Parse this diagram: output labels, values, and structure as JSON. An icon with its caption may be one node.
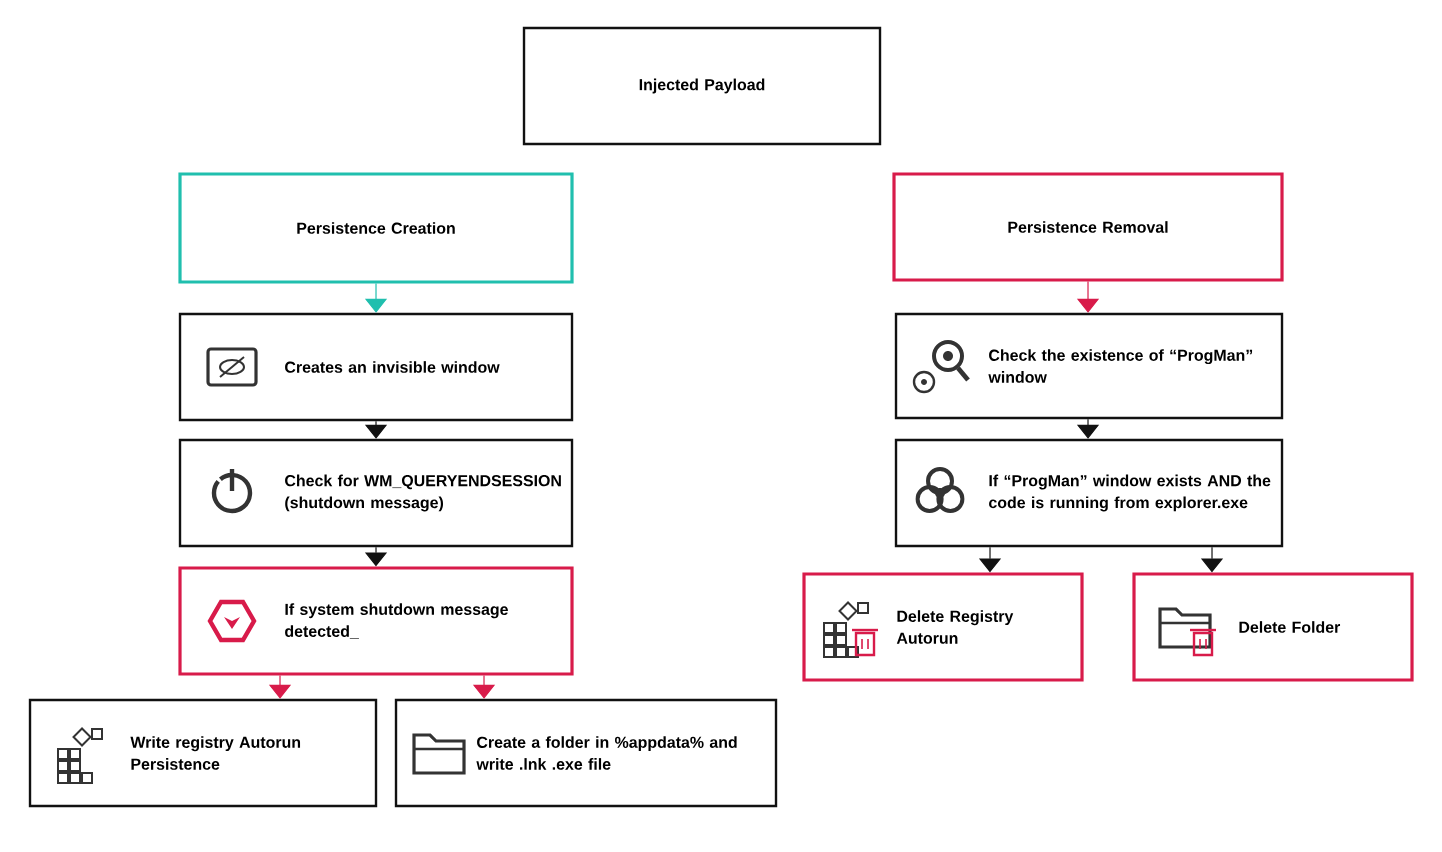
{
  "diagram": {
    "nodes": [
      {
        "text": [
          "Injected Payload"
        ]
      },
      {
        "text": [
          "Persistence Creation"
        ]
      },
      {
        "text": [
          "Creates an invisible window"
        ]
      },
      {
        "text": [
          "Check for WM_QUERYENDSESSION (shutdown message)"
        ]
      },
      {
        "text": [
          "If system shutdown message detected_"
        ]
      },
      {
        "text": [
          "Write registry Autorun Persistence"
        ]
      },
      {
        "text": [
          "Create a folder in %appdata% and write .lnk .exe file"
        ]
      },
      {
        "text": [
          "Persistence Removal"
        ]
      },
      {
        "text": [
          "Check the existence of “ProgMan” window"
        ]
      },
      {
        "text": [
          "If “ProgMan” window exists AND the code is running from explorer.exe"
        ]
      },
      {
        "text": [
          "Delete Registry Autorun"
        ]
      },
      {
        "text": [
          "Delete Folder"
        ]
      }
    ],
    "edges": [
      {
        "from": 1,
        "to": 2,
        "arrow": "to",
        "color": "#20bfae"
      },
      {
        "from": 2,
        "to": 3,
        "arrow": "to"
      },
      {
        "from": 3,
        "to": 4,
        "arrow": "to"
      },
      {
        "from": 4,
        "to": 5,
        "arrow": "to",
        "color": "#d81b4a"
      },
      {
        "from": 4,
        "to": 6,
        "arrow": "to",
        "color": "#d81b4a"
      },
      {
        "from": 7,
        "to": 8,
        "arrow": "to",
        "color": "#d81b4a"
      },
      {
        "from": 8,
        "to": 9,
        "arrow": "to"
      },
      {
        "from": 9,
        "to": 10,
        "arrow": "to"
      },
      {
        "from": 9,
        "to": 11,
        "arrow": "to"
      }
    ]
  }
}
